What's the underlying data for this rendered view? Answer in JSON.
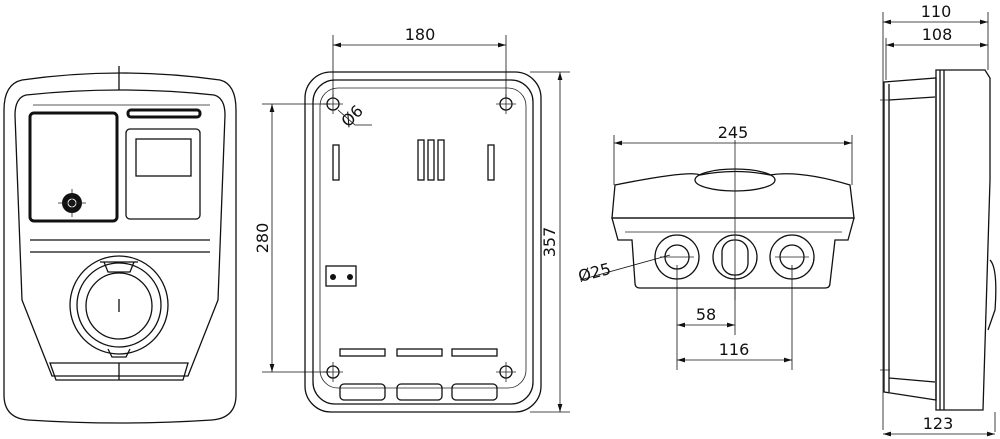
{
  "dimensions": {
    "back_width": "180",
    "hole_diameter": "Ø6",
    "hole_spacing_vertical": "280",
    "back_height": "357",
    "bottom_width": "245",
    "gland_diameter": "Ø25",
    "gland_spacing": "58",
    "gland_outer_spacing": "116",
    "side_depth_top": "110",
    "side_depth_inner": "108",
    "side_depth_bottom": "123"
  }
}
